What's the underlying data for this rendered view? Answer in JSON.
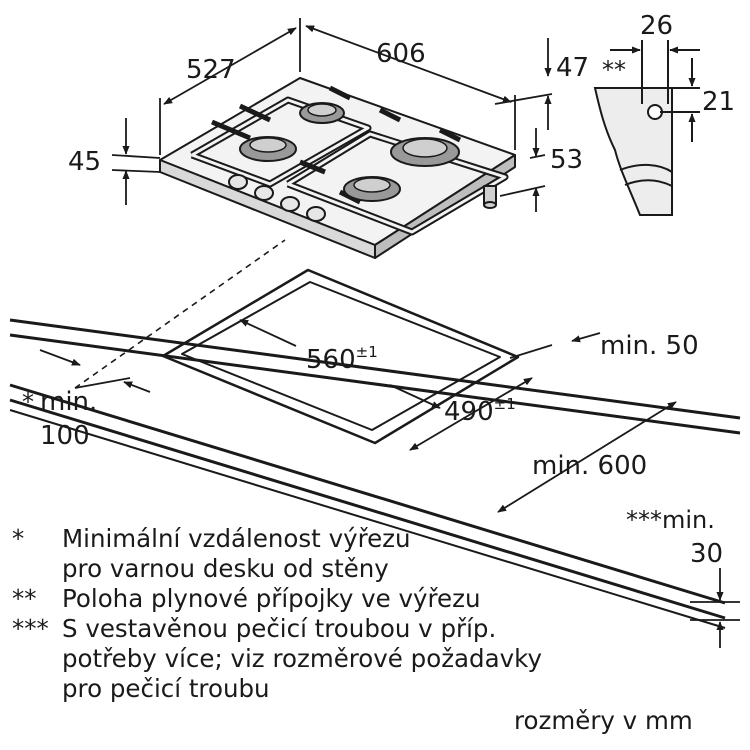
{
  "dimensions": {
    "width": "606",
    "depth": "527",
    "gas_connection": "47",
    "gas_connection_marker": "**",
    "bracket_width": "26",
    "bracket_height": "21",
    "hob_height": "45",
    "side_height": "53",
    "cutout_width": "560",
    "cutout_width_tol": "±1",
    "cutout_depth": "490",
    "cutout_depth_tol": "±1",
    "rear_clearance": "min. 50",
    "worktop_depth": "min. 600",
    "wall_clearance_marker": "*",
    "wall_clearance_line1": "min.",
    "wall_clearance_line2": "100",
    "oven_clearance_line1": "***min.",
    "oven_clearance_line2": "30"
  },
  "notes": [
    {
      "mark": "*",
      "lines": [
        "Minimální vzdálenost výřezu",
        "pro varnou desku od stěny"
      ]
    },
    {
      "mark": "**",
      "lines": [
        "Poloha plynové přípojky ve výřezu"
      ]
    },
    {
      "mark": "***",
      "lines": [
        "S vestavěnou pečicí troubou v příp.",
        "potřeby více; viz rozměrové požadavky",
        "pro pečicí troubu"
      ]
    }
  ],
  "units_note": "rozměry v mm"
}
